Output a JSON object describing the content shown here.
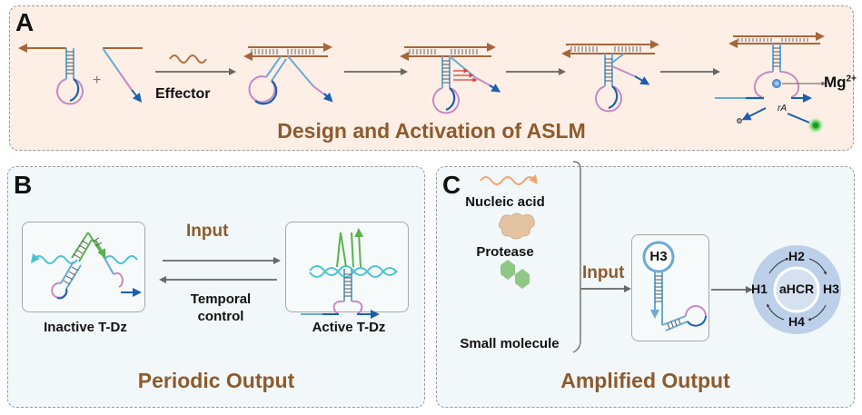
{
  "panel_a": {
    "letter": "A",
    "title": "Design and Activation of ASLM",
    "effector_label": "Effector",
    "plus_sign": "+",
    "mg_label": "Mg",
    "mg_charge": "2+",
    "ra_label": "rA"
  },
  "panel_b": {
    "letter": "B",
    "title": "Periodic Output",
    "input_label": "Input",
    "temporal_label_line1": "Temporal",
    "temporal_label_line2": "control",
    "inactive_label": "Inactive T-Dz",
    "active_label": "Active T-Dz"
  },
  "panel_c": {
    "letter": "C",
    "title": "Amplified Output",
    "input_label": "Input",
    "inputs": [
      "Nucleic acid",
      "Protease",
      "Small molecule"
    ],
    "hairpin_label": "H3",
    "cycle": {
      "center": "aHCR",
      "nodes": [
        "H1",
        "H2",
        "H3",
        "H4"
      ]
    }
  },
  "colors": {
    "brown": "#a7663a",
    "title_brown": "#8f5a2b",
    "light_blue": "#6aaad6",
    "dark_blue": "#1c5fae",
    "pink": "#c889c3",
    "green": "#5ab14d",
    "cyan": "#4fc1d4",
    "orange": "#f5a36b",
    "cycle_blue": "#bcd0ea"
  }
}
